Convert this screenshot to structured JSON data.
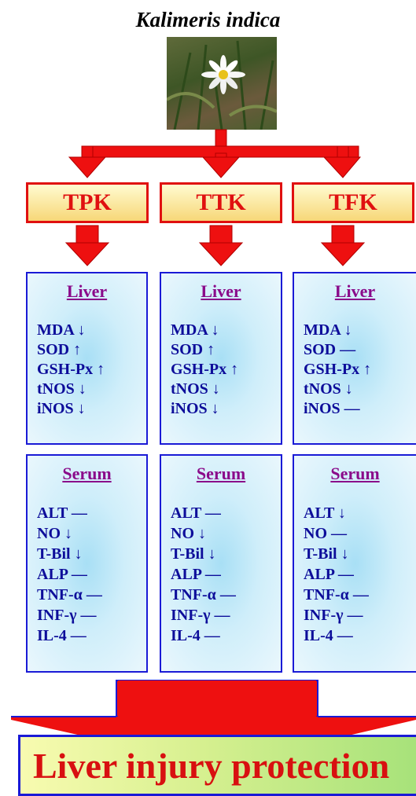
{
  "species_name": "Kalimeris indica",
  "photo_subject": "white daisy flower",
  "extracts": [
    {
      "label": "TPK"
    },
    {
      "label": "TTK"
    },
    {
      "label": "TFK"
    }
  ],
  "liver_panels": [
    {
      "title": "Liver",
      "items": [
        "MDA ↓",
        "SOD ↑",
        "GSH-Px ↑",
        "tNOS ↓",
        "iNOS ↓"
      ]
    },
    {
      "title": "Liver",
      "items": [
        "MDA ↓",
        "SOD ↑",
        "GSH-Px ↑",
        "tNOS ↓",
        "iNOS ↓"
      ]
    },
    {
      "title": "Liver",
      "items": [
        "MDA ↓",
        "SOD —",
        "GSH-Px ↑",
        "tNOS ↓",
        "iNOS —"
      ]
    }
  ],
  "serum_panels": [
    {
      "title": "Serum",
      "items": [
        "ALT —",
        "NO ↓",
        "T-Bil ↓",
        "ALP —",
        "TNF-α —",
        "INF-γ —",
        "IL-4 —"
      ]
    },
    {
      "title": "Serum",
      "items": [
        "ALT —",
        "NO ↓",
        "T-Bil ↓",
        "ALP —",
        "TNF-α —",
        "INF-γ —",
        "IL-4 —"
      ]
    },
    {
      "title": "Serum",
      "items": [
        "ALT ↓",
        "NO —",
        "T-Bil ↓",
        "ALP —",
        "TNF-α —",
        "INF-γ —",
        "IL-4 —"
      ]
    }
  ],
  "conclusion": "Liver injury protection",
  "colors": {
    "arrow": "#ee1010",
    "extract_border": "#e01010",
    "panel_border": "#1a1ad6",
    "panel_text": "#0d0d9a",
    "panel_title": "#8a0a8a",
    "conclusion_text": "#d81010"
  }
}
